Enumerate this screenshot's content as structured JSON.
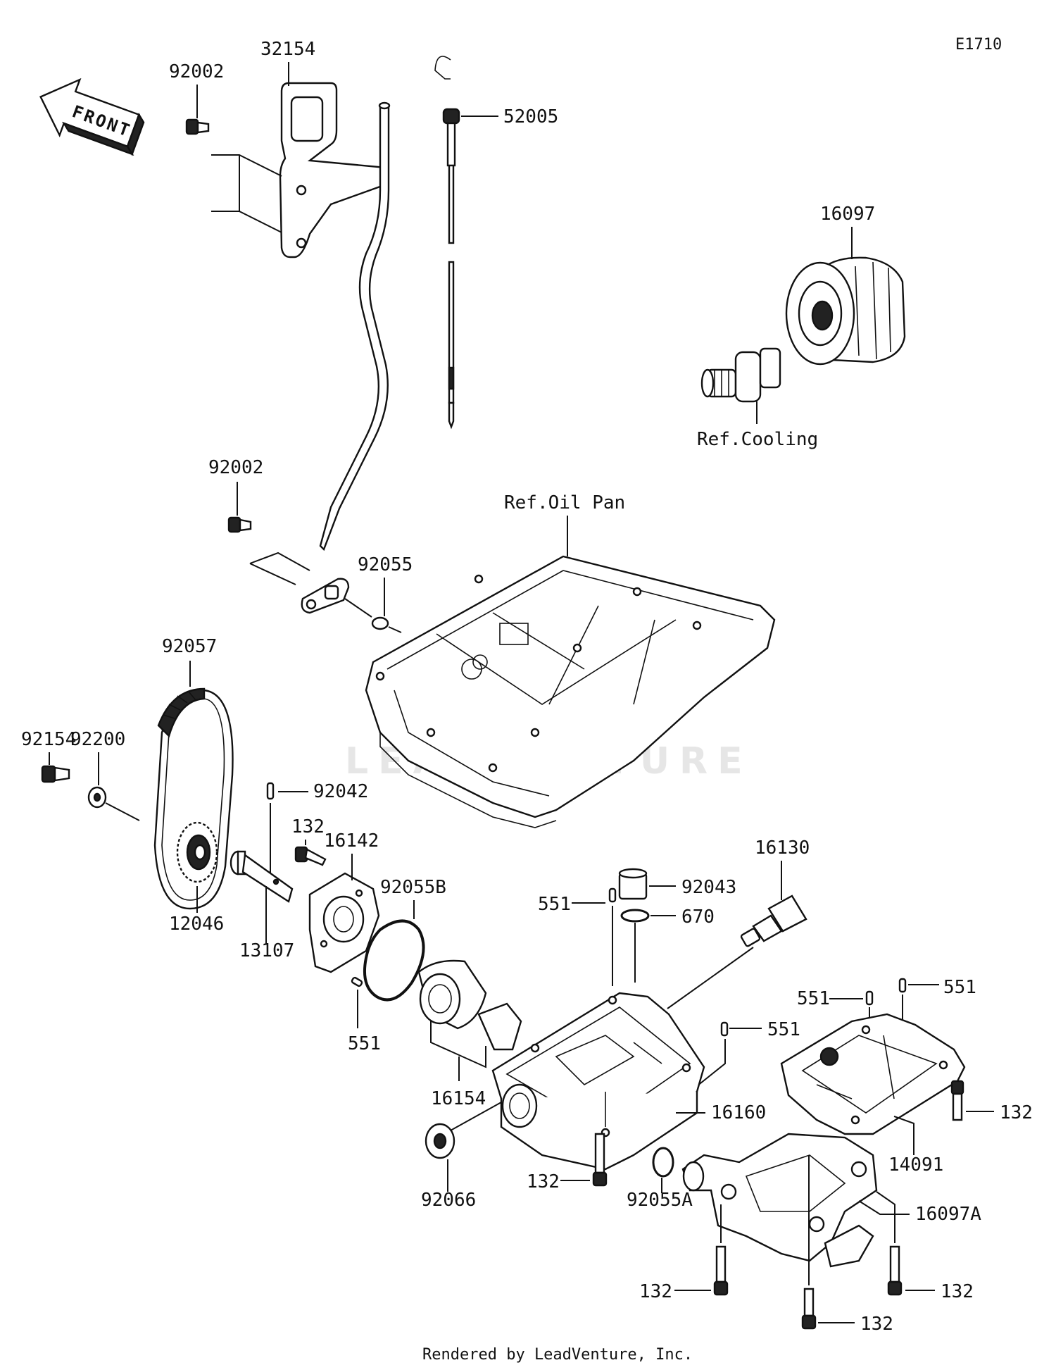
{
  "diagram_code": "E1710",
  "front_label": "FRONT",
  "watermark": "LEADVENTURE",
  "footer": "Rendered by LeadVenture, Inc.",
  "refs": {
    "cooling": "Ref.Cooling",
    "oil_pan": "Ref.Oil Pan"
  },
  "parts": {
    "p32154": "32154",
    "p92002_top": "92002",
    "p52005": "52005",
    "p16097": "16097",
    "p92002_mid": "92002",
    "p92055": "92055",
    "p92057": "92057",
    "p92154": "92154",
    "p92200": "92200",
    "p92042": "92042",
    "p132_pump": "132",
    "p16142": "16142",
    "p12046": "12046",
    "p13107": "13107",
    "p92055B": "92055B",
    "p551_pump": "551",
    "p16130": "16130",
    "p92043": "92043",
    "p670": "670",
    "p551_a": "551",
    "p551_b": "551",
    "p551_c": "551",
    "p551_d": "551",
    "p16154": "16154",
    "p16160": "16160",
    "p132_right": "132",
    "p14091": "14091",
    "p92066": "92066",
    "p132_mid": "132",
    "p92055A": "92055A",
    "p16097A": "16097A",
    "p132_bl": "132",
    "p132_br": "132",
    "p132_bottom": "132"
  }
}
